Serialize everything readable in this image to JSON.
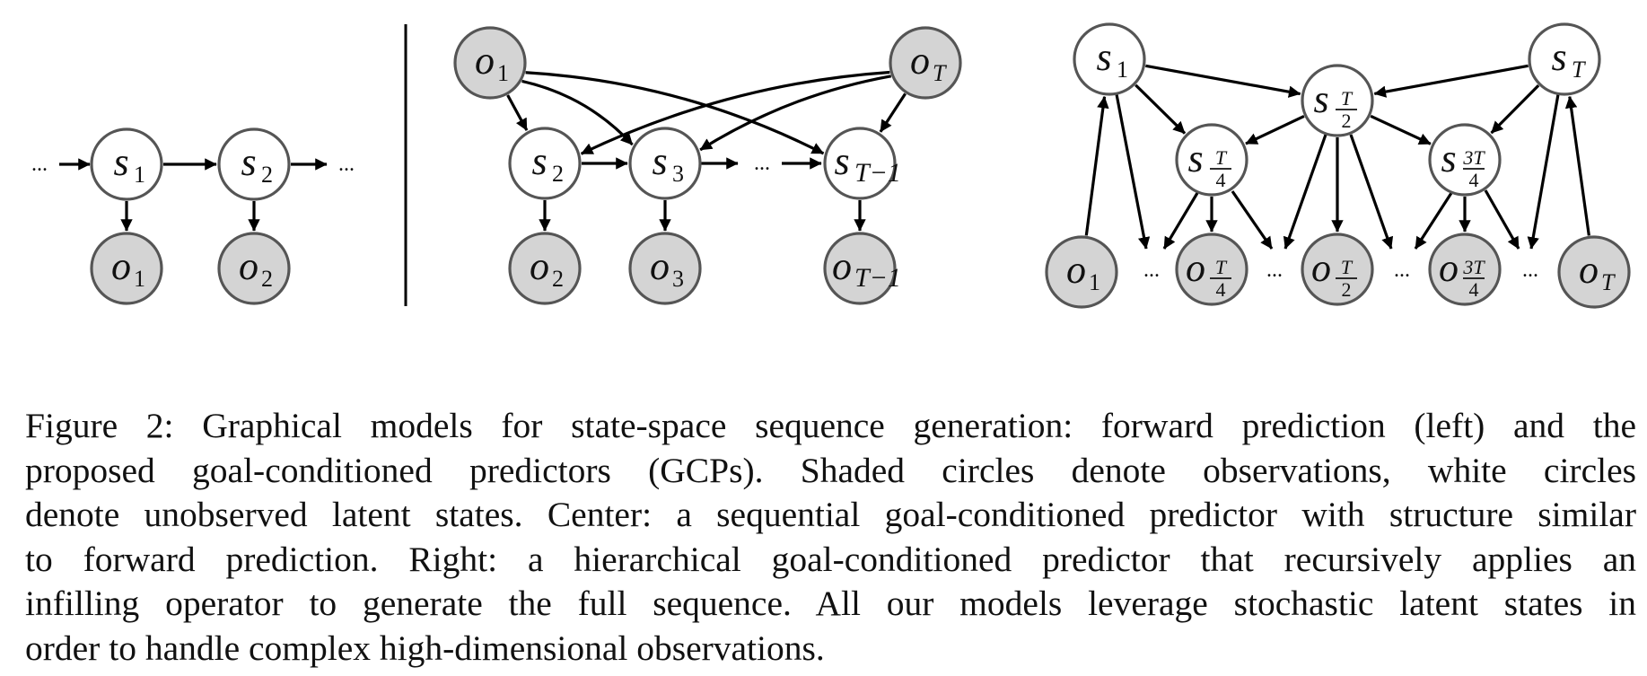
{
  "figure": {
    "nodes": {
      "left": {
        "s1": {
          "main": "s",
          "sub": "1"
        },
        "s2": {
          "main": "s",
          "sub": "2"
        },
        "o1": {
          "main": "o",
          "sub": "1"
        },
        "o2": {
          "main": "o",
          "sub": "2"
        },
        "dots": [
          "...",
          "..."
        ]
      },
      "center": {
        "o1": {
          "main": "o",
          "sub": "1"
        },
        "oT": {
          "main": "o",
          "sub": "T"
        },
        "s2": {
          "main": "s",
          "sub": "2"
        },
        "s3": {
          "main": "s",
          "sub": "3"
        },
        "sT1": {
          "main": "s",
          "sub": "T−1"
        },
        "o2": {
          "main": "o",
          "sub": "2"
        },
        "o3": {
          "main": "o",
          "sub": "3"
        },
        "oT1": {
          "main": "o",
          "sub": "T−1"
        },
        "dots": [
          "..."
        ]
      },
      "right": {
        "s1": {
          "main": "s",
          "sub": "1"
        },
        "sT": {
          "main": "s",
          "sub": "T"
        },
        "sT2": {
          "main": "s",
          "num": "T",
          "den": "2"
        },
        "sT4": {
          "main": "s",
          "num": "T",
          "den": "4"
        },
        "s3T4": {
          "main": "s",
          "num": "3T",
          "den": "4"
        },
        "o1": {
          "main": "o",
          "sub": "1"
        },
        "oT4": {
          "main": "o",
          "num": "T",
          "den": "4"
        },
        "oT2": {
          "main": "o",
          "num": "T",
          "den": "2"
        },
        "o3T4": {
          "main": "o",
          "num": "3T",
          "den": "4"
        },
        "oT": {
          "main": "o",
          "sub": "T"
        },
        "dots": [
          "...",
          "...",
          "...",
          "...",
          "..."
        ]
      }
    }
  },
  "caption": {
    "lines": [
      "Figure 2:  Graphical models for state-space sequence generation: forward prediction (left) and the",
      "proposed goal-conditioned predictors (GCPs).  Shaded circles denote observations, white circles",
      "denote unobserved latent states. Center: a sequential goal-conditioned predictor with structure similar",
      "to forward prediction. Right: a hierarchical goal-conditioned predictor that recursively applies an",
      "infilling operator to generate the full sequence. All our models leverage stochastic latent states in",
      "order to handle complex high-dimensional observations."
    ]
  }
}
